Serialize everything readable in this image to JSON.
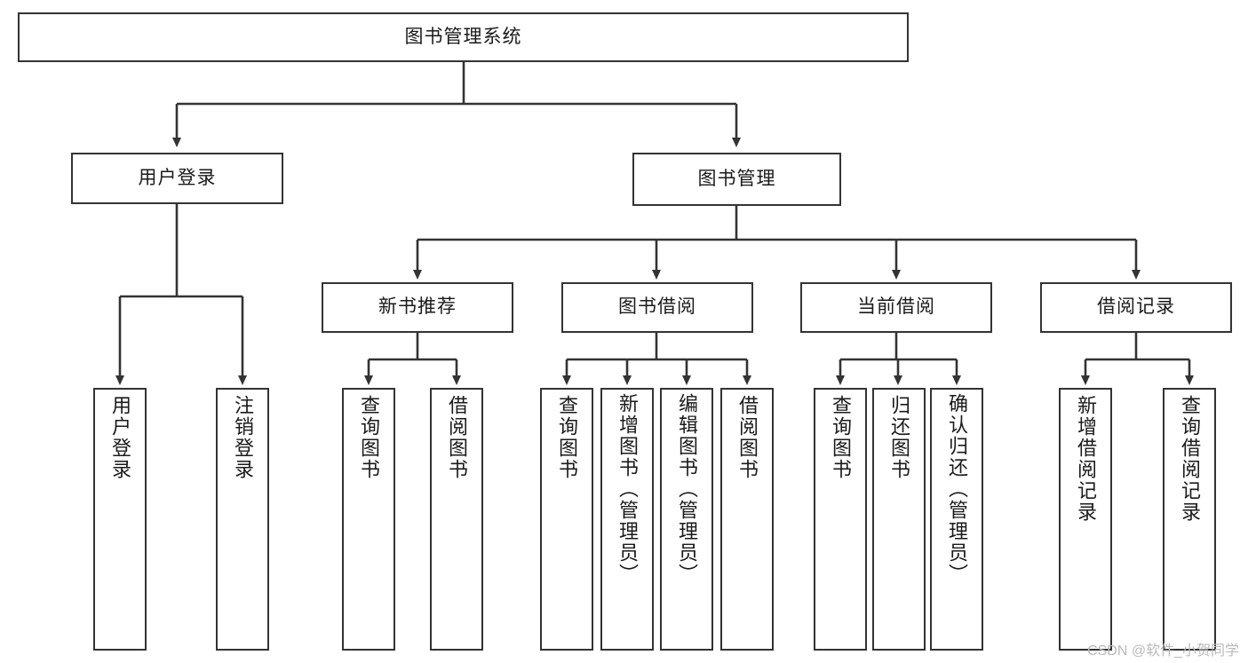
{
  "diagram": {
    "title": "图书管理系统",
    "type": "tree-hierarchy-diagram",
    "colors": {
      "box_border": "#333333",
      "box_fill": "#ffffff",
      "edge": "#333333",
      "text": "#1a1a1a",
      "background": "#ffffff",
      "watermark": "#b9b9b9"
    },
    "root": {
      "label": "图书管理系统"
    },
    "level1": [
      {
        "label": "用户登录"
      },
      {
        "label": "图书管理"
      }
    ],
    "level2": [
      {
        "label": "新书推荐"
      },
      {
        "label": "图书借阅"
      },
      {
        "label": "当前借阅"
      },
      {
        "label": "借阅记录"
      }
    ],
    "leaves": {
      "user_login": [
        {
          "label": "用户登录"
        },
        {
          "label": "注销登录"
        }
      ],
      "new_book_recommend": [
        {
          "label": "查询图书"
        },
        {
          "label": "借阅图书"
        }
      ],
      "book_borrow": [
        {
          "label": "查询图书"
        },
        {
          "label": "新增图书（管理员）"
        },
        {
          "label": "编辑图书（管理员）"
        },
        {
          "label": "借阅图书"
        }
      ],
      "current_borrow": [
        {
          "label": "查询图书"
        },
        {
          "label": "归还图书"
        },
        {
          "label": "确认归还（管理员）"
        }
      ],
      "borrow_record": [
        {
          "label": "新增借阅记录"
        },
        {
          "label": "查询借阅记录"
        }
      ]
    },
    "watermark": "CSDN @软件_小贺同学"
  }
}
